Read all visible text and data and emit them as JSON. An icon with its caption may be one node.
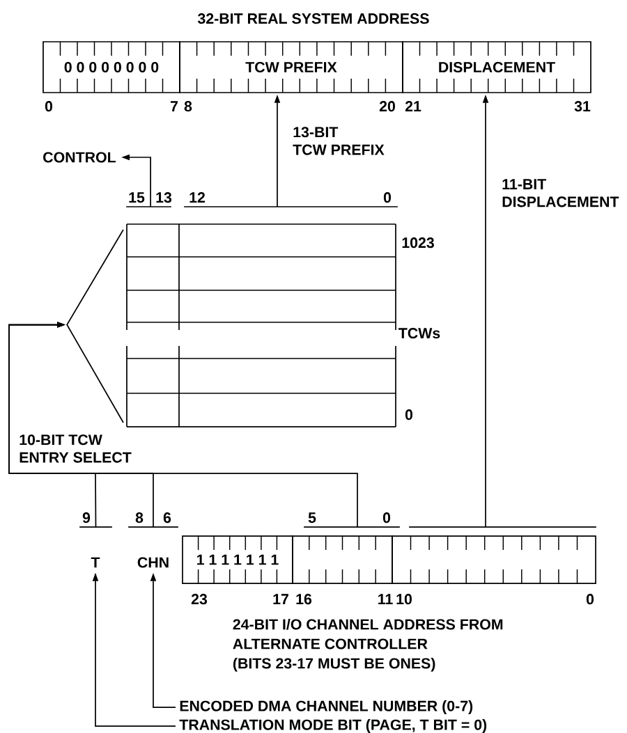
{
  "diagram": {
    "title": "32-BIT REAL SYSTEM ADDRESS",
    "nodes": [
      {
        "text": [
          "0 0 0 0 0 0 0 0"
        ]
      },
      {
        "text": [
          "TCW PREFIX"
        ]
      },
      {
        "text": [
          "DISPLACEMENT"
        ]
      },
      {
        "text": [
          "CONTROL"
        ]
      },
      {
        "text": [],
        "shape": "bar"
      },
      {
        "text": [],
        "shape": "bar"
      },
      {
        "text": [],
        "shape": "box",
        "beside": [
          "1023",
          "TCWs",
          "0"
        ]
      },
      {
        "text": [],
        "shape": "bar"
      },
      {
        "text": [],
        "shape": "bar"
      },
      {
        "text": [],
        "shape": "bar"
      },
      {
        "text": [],
        "shape": "bar"
      },
      {
        "text": [
          "T"
        ]
      },
      {
        "text": [
          "CHN"
        ]
      },
      {
        "text": [
          "1 1 1 1 1 1 1"
        ]
      },
      {
        "text": [],
        "shape": "box"
      },
      {
        "text": [],
        "shape": "box"
      },
      {
        "text": [
          "ENCODED DMA CHANNEL NUMBER (0-7)"
        ]
      },
      {
        "text": [
          "TRANSLATION MODE BIT (PAGE, T BIT = 0)"
        ]
      }
    ],
    "edges": [
      {
        "from": 4,
        "to": 3,
        "arrow": "to"
      },
      {
        "from": 5,
        "to": 1,
        "arrow": "to",
        "label": "13-BIT TCW PREFIX"
      },
      {
        "from": 10,
        "to": 2,
        "arrow": "to",
        "label": "11-BIT DISPLACEMENT"
      },
      {
        "from": 7,
        "to": 6,
        "arrow": "to",
        "label": "10-BIT TCW ENTRY SELECT"
      },
      {
        "from": 8,
        "to": 6,
        "arrow": "to"
      },
      {
        "from": 9,
        "to": 6,
        "arrow": "to"
      },
      {
        "from": 16,
        "to": 12,
        "arrow": "to"
      },
      {
        "from": 17,
        "to": 11,
        "arrow": "to"
      }
    ],
    "labels": [
      "0",
      "7",
      "8",
      "20",
      "21",
      "31",
      "15",
      "13",
      "12",
      "0",
      "9",
      "8",
      "6",
      "5",
      "0",
      "23",
      "17",
      "16",
      "11",
      "10",
      "0",
      "24-BIT I/O CHANNEL ADDRESS FROM ALTERNATE CONTROLLER (BITS 23-17 MUST BE ONES)"
    ]
  }
}
